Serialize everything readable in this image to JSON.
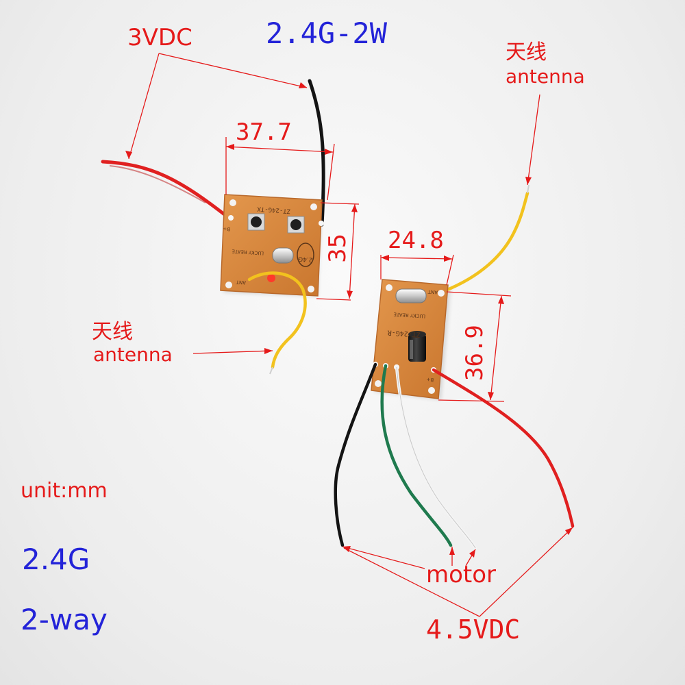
{
  "title": "2.4G-2W",
  "transmitter": {
    "power_label": "3VDC",
    "width_label": "37.7",
    "height_label": "35",
    "antenna_cn": "天线",
    "antenna_en": "antenna",
    "pcb_text": "ZT-24G-TX",
    "pcb_freq": "2.4G",
    "pcb_brand": "LUCKY REATE",
    "pcb_b_plus": "B+",
    "pcb_ant": "ANT"
  },
  "receiver": {
    "antenna_cn": "天线",
    "antenna_en": "antenna",
    "width_label": "24.8",
    "height_label": "36.9",
    "motor_label": "motor",
    "power_label": "4.5VDC",
    "pcb_text": "ZT-24G-R",
    "pcb_brand": "LUCKY REATE",
    "pcb_ant": "ANT",
    "pcb_b_plus": "B+"
  },
  "info": {
    "unit": "unit:mm",
    "frequency": "2.4G",
    "channels": "2-way"
  },
  "colors": {
    "label_red": "#e51a1a",
    "label_blue": "#2323d8",
    "pcb_orange": "#d9873c",
    "wire_red": "#e02020",
    "wire_black": "#141414",
    "wire_yellow": "#f2c21e",
    "wire_green": "#1f7a4e",
    "wire_white": "#f4f4f4"
  }
}
